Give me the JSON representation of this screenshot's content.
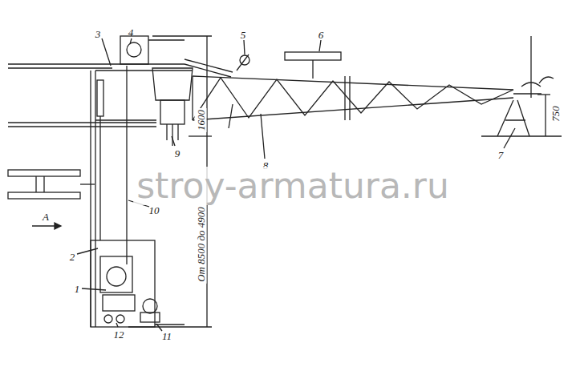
{
  "diagram": {
    "labels": [
      "3",
      "4",
      "5",
      "6",
      "9",
      "8",
      "7",
      "1600",
      "750",
      "От 8500 до 4900",
      "А",
      "10",
      "2",
      "1",
      "12",
      "11",
      "stroy-armatura.ru"
    ]
  }
}
